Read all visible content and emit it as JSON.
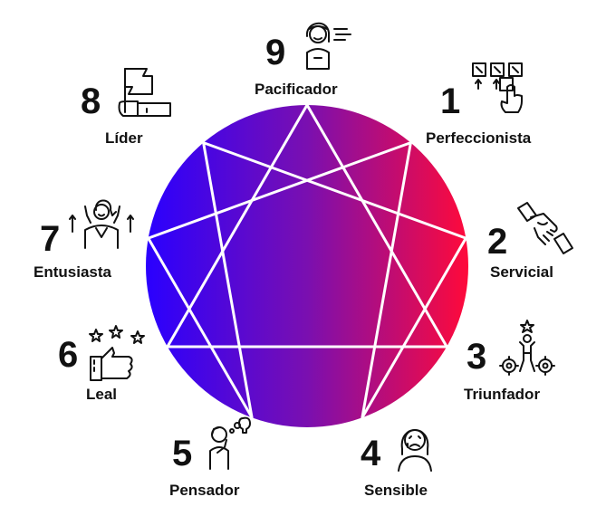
{
  "diagram": {
    "colors": {
      "left": "#2a00ff",
      "mid": "#7a0fb0",
      "right": "#ff0a3a",
      "lines": "#ffffff"
    },
    "types": [
      {
        "number": "1",
        "label": "Perfeccionista",
        "icon": "checklist-pointer-icon"
      },
      {
        "number": "2",
        "label": "Servicial",
        "icon": "handshake-icon"
      },
      {
        "number": "3",
        "label": "Triunfador",
        "icon": "winner-gears-icon"
      },
      {
        "number": "4",
        "label": "Sensible",
        "icon": "sad-woman-icon"
      },
      {
        "number": "5",
        "label": "Pensador",
        "icon": "thinker-idea-icon"
      },
      {
        "number": "6",
        "label": "Leal",
        "icon": "thumbs-up-stars-icon"
      },
      {
        "number": "7",
        "label": "Entusiasta",
        "icon": "cheerful-woman-icon"
      },
      {
        "number": "8",
        "label": "Líder",
        "icon": "flag-hand-icon"
      },
      {
        "number": "9",
        "label": "Pacificador",
        "icon": "calm-woman-icon"
      }
    ]
  }
}
